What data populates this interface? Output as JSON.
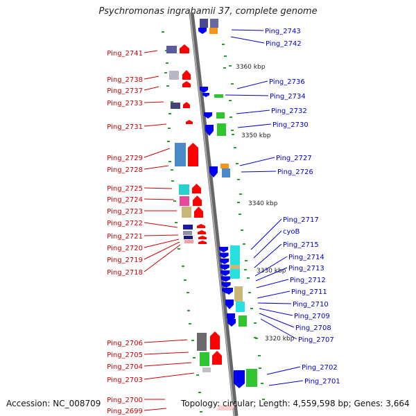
{
  "title": "Psychromonas ingrahamii 37, complete genome",
  "accession": "Accession: NC_008709",
  "topology": "Topology: circular; Length: 4,559,598 bp; Genes: 3,664",
  "scale_labels": [
    "3360 kbp",
    "3350 kbp",
    "3340 kbp",
    "3330 kbp",
    "3320 kbp"
  ],
  "left_genes": [
    "Ping_2741",
    "Ping_2738",
    "Ping_2737",
    "Ping_2733",
    "Ping_2731",
    "Ping_2729",
    "Ping_2728",
    "Ping_2725",
    "Ping_2724",
    "Ping_2723",
    "Ping_2722",
    "Ping_2721",
    "Ping_2720",
    "Ping_2719",
    "Ping_2718",
    "Ping_2706",
    "Ping_2705",
    "Ping_2704",
    "Ping_2703",
    "Ping_2700",
    "Ping_2699"
  ],
  "right_genes": [
    "Ping_2743",
    "Ping_2742",
    "Ping_2736",
    "Ping_2734",
    "Ping_2732",
    "Ping_2730",
    "Ping_2727",
    "Ping_2726",
    "Ping_2717",
    "cyoB",
    "Ping_2715",
    "Ping_2714",
    "Ping_2713",
    "Ping_2712",
    "Ping_2711",
    "Ping_2710",
    "Ping_2709",
    "Ping_2708",
    "Ping_2707",
    "Ping_2702",
    "Ping_2701"
  ],
  "colors": {
    "forward_label": "#cc0000",
    "reverse_label": "#0000cc",
    "forward_gene": "#ff0000",
    "reverse_gene": "#0000ee",
    "backbone": "#999999",
    "tick": "#2a9d2a"
  }
}
